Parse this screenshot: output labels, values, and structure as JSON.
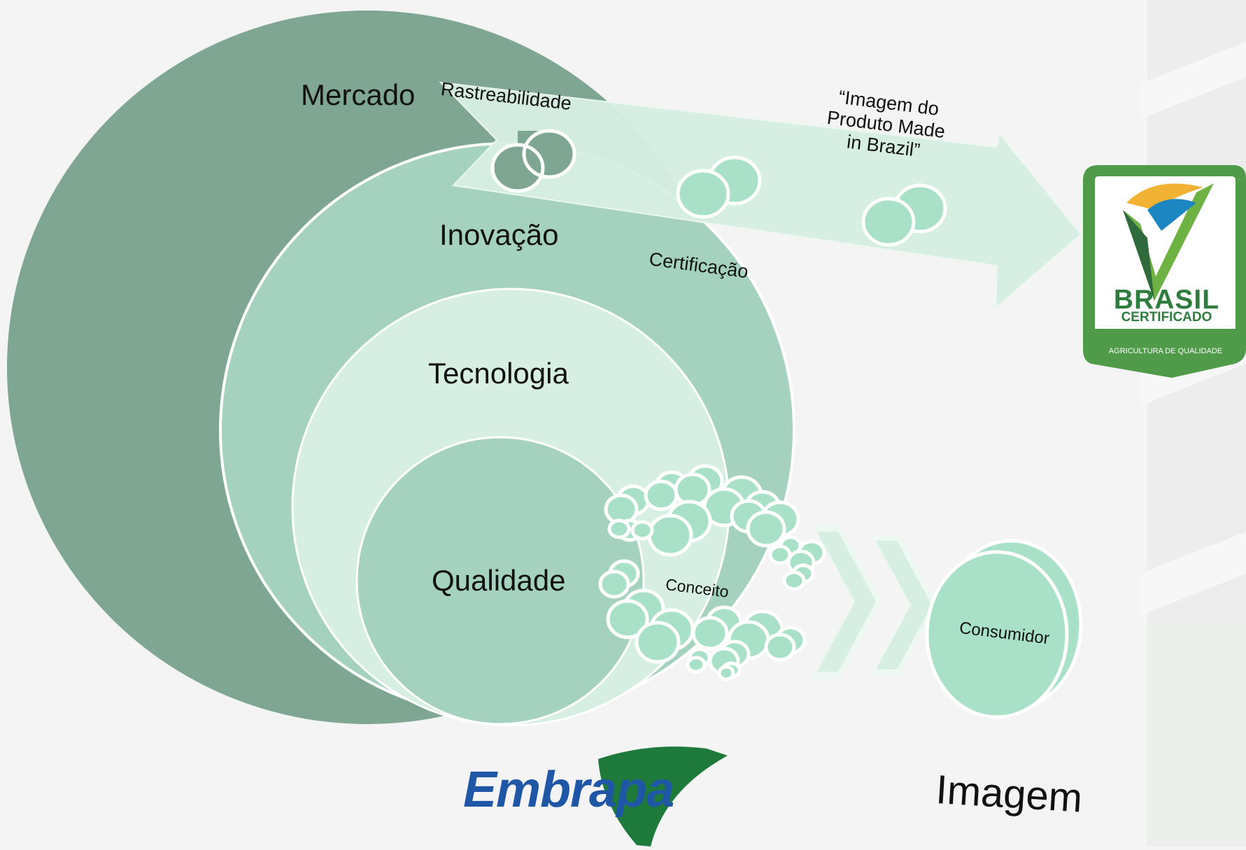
{
  "circles": {
    "mercado": "Mercado",
    "inovacao": "Inovação",
    "tecnologia": "Tecnologia",
    "qualidade": "Qualidade"
  },
  "arrow": {
    "rastreabilidade": "Rastreabilidade",
    "certificacao": "Certificação",
    "imagem_produto": [
      "“Imagem do",
      "Produto Made",
      "in Brazil”"
    ]
  },
  "flow": {
    "conceito": "Conceito",
    "consumidor": "Consumidor"
  },
  "badge": {
    "title": "BRASIL",
    "subtitle": "CERTIFICADO",
    "tagline": "AGRICULTURA DE QUALIDADE"
  },
  "logo": {
    "text": "Embrapa"
  },
  "imagem_label": "Imagem",
  "colors": {
    "dark_green": "#7ea693",
    "mid_green": "#a5d1bf",
    "light_green": "#d7efe3",
    "mint": "#a8e0c8",
    "badge_green": "#4f9b4a",
    "embrapa_blue": "#1f56a6",
    "embrapa_green": "#1e7a3a"
  }
}
